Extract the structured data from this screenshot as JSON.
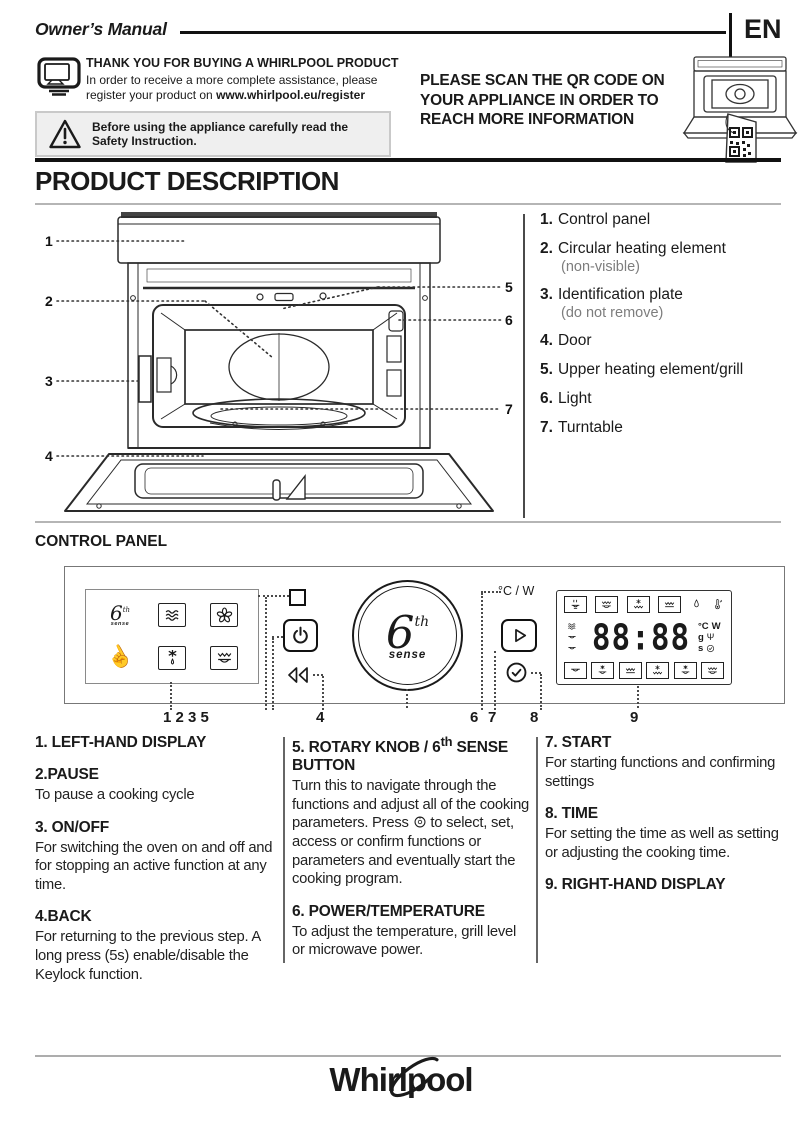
{
  "header": {
    "manual_label": "Owner’s Manual",
    "language_code": "EN"
  },
  "intro": {
    "thanks_heading": "THANK YOU FOR BUYING A WHIRLPOOL PRODUCT",
    "assist_line": "In order to receive a more complete assistance, please",
    "register_prefix": "register your product on ",
    "register_url": "www.whirlpool.eu/register",
    "safety_text": "Before using the appliance carefully read the Safety Instruction.",
    "qr_lines": [
      "PLEASE SCAN THE QR CODE ON",
      "YOUR APPLIANCE IN ORDER TO",
      "REACH MORE INFORMATION"
    ]
  },
  "product_description": {
    "section_title": "PRODUCT DESCRIPTION",
    "callout_nums": [
      "1",
      "2",
      "3",
      "4",
      "5",
      "6",
      "7"
    ],
    "legend": [
      {
        "num": "1.",
        "label": "Control panel",
        "note": ""
      },
      {
        "num": "2.",
        "label": "Circular heating element",
        "note": "(non-visible)"
      },
      {
        "num": "3.",
        "label": "Identification plate",
        "note": "(do not remove)"
      },
      {
        "num": "4.",
        "label": "Door",
        "note": ""
      },
      {
        "num": "5.",
        "label": "Upper heating element/grill",
        "note": ""
      },
      {
        "num": "6.",
        "label": "Light",
        "note": ""
      },
      {
        "num": "7.",
        "label": "Turntable",
        "note": ""
      }
    ]
  },
  "control_panel": {
    "section_title": "CONTROL PANEL",
    "sense_logo": {
      "digit": "6",
      "sup": "th",
      "word": "sense"
    },
    "temp_watt_label": "°C / W",
    "display": {
      "time": "88:88",
      "unit_c": "°C",
      "unit_w": "W",
      "unit_g": "g",
      "unit_s": "s"
    },
    "callouts": {
      "left_group": "1 2 3 5",
      "back": "4",
      "power_temp": "6",
      "start": "7",
      "time": "8",
      "right_display": "9"
    },
    "icons": [
      "sixth-sense-logo",
      "microwave-waves",
      "fan",
      "hand-touch",
      "defrost",
      "grill",
      "pause-square",
      "power",
      "back-arrows",
      "rotary-knob",
      "start-play",
      "time-clock",
      "right-display-icons"
    ]
  },
  "functions": {
    "col1": [
      {
        "heading": "1. LEFT-HAND DISPLAY",
        "body": ""
      },
      {
        "heading": "2.PAUSE",
        "body": "To pause a cooking cycle"
      },
      {
        "heading": "3. ON/OFF",
        "body": "For switching the oven on and off and for stopping an active function at any time."
      },
      {
        "heading": "4.BACK",
        "body": "For returning to the previous step. A long press (5s) enable/disable the Keylock function."
      }
    ],
    "col2": [
      {
        "heading_pre": "5. ROTARY KNOB / 6",
        "heading_sup": "th",
        "heading_post": " SENSE BUTTON",
        "body_pre": "Turn this to navigate through the functions and adjust all of the cooking parameters. Press",
        "body_post": "to select, set, access or confirm functions or parameters and eventually start the cooking program."
      },
      {
        "heading": "6. POWER/TEMPERATURE",
        "body": "To adjust the temperature, grill level or microwave power."
      }
    ],
    "col3": [
      {
        "heading": "7. START",
        "body": "For starting functions and confirming settings"
      },
      {
        "heading": "8. TIME",
        "body": "For setting the time as well as setting or adjusting the cooking time."
      },
      {
        "heading": "9. RIGHT-HAND DISPLAY",
        "body": ""
      }
    ]
  },
  "footer": {
    "brand": "Whirlpool"
  }
}
